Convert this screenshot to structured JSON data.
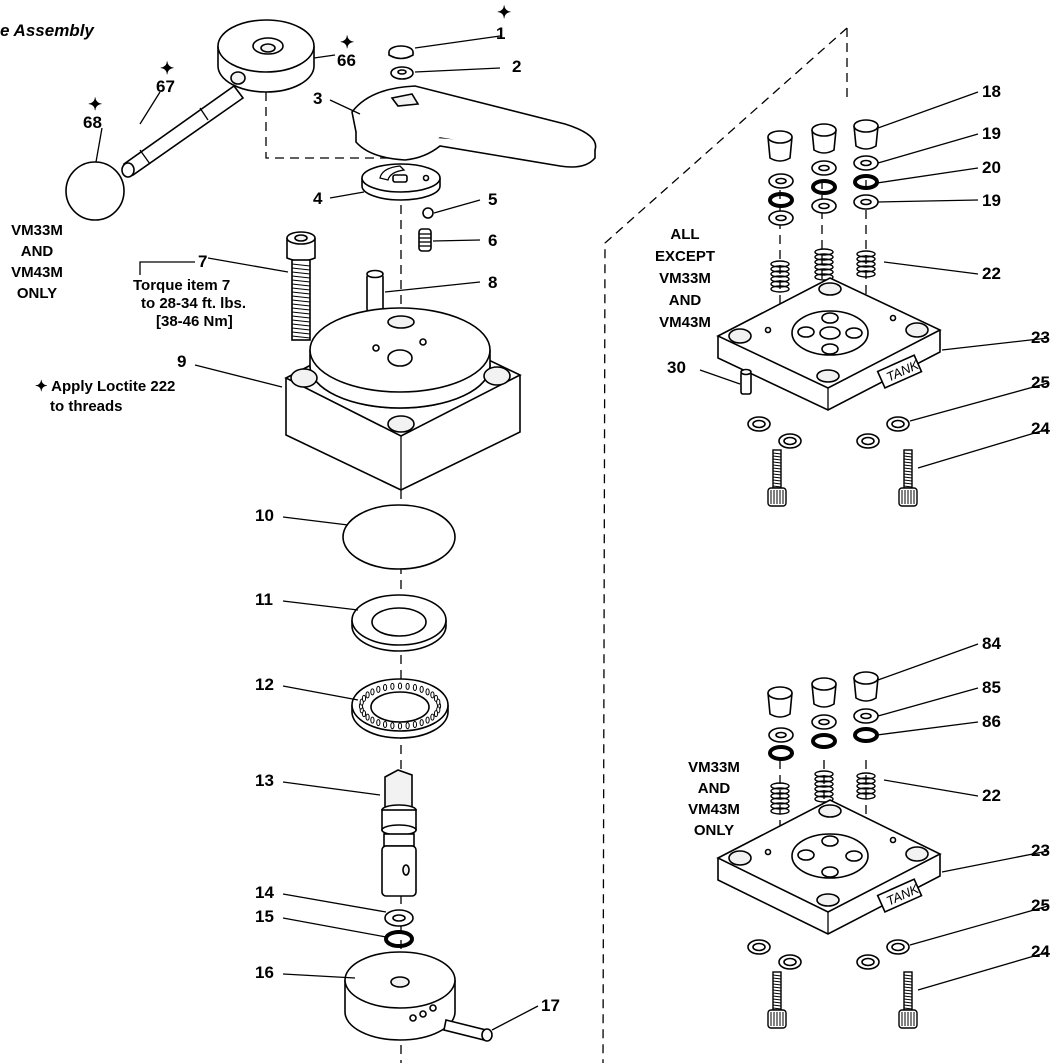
{
  "title": "e Assembly",
  "callouts": {
    "c1": "1",
    "c2": "2",
    "c3": "3",
    "c4": "4",
    "c5": "5",
    "c6": "6",
    "c7": "7",
    "c8": "8",
    "c9": "9",
    "c10": "10",
    "c11": "11",
    "c12": "12",
    "c13": "13",
    "c14": "14",
    "c15": "15",
    "c16": "16",
    "c17": "17",
    "c18": "18",
    "c19a": "19",
    "c19b": "19",
    "c20": "20",
    "c22a": "22",
    "c22b": "22",
    "c23a": "23",
    "c23b": "23",
    "c24a": "24",
    "c24b": "24",
    "c25a": "25",
    "c25b": "25",
    "c30": "30",
    "c66": "66",
    "c67": "67",
    "c68": "68",
    "c84": "84",
    "c85": "85",
    "c86": "86"
  },
  "star_symbol": "✦",
  "notes": {
    "vm_only_left": [
      "VM33M",
      "AND",
      "VM43M",
      "ONLY"
    ],
    "torque": [
      "Torque item 7",
      "to 28-34 ft. lbs.",
      "[38-46 Nm]"
    ],
    "loctite": [
      "✦ Apply Loctite 222",
      "to threads"
    ],
    "all_except": [
      "ALL",
      "EXCEPT",
      "VM33M",
      "AND",
      "VM43M"
    ],
    "vm_only_right": [
      "VM33M",
      "AND",
      "VM43M",
      "ONLY"
    ]
  },
  "tank_label": "TANK"
}
